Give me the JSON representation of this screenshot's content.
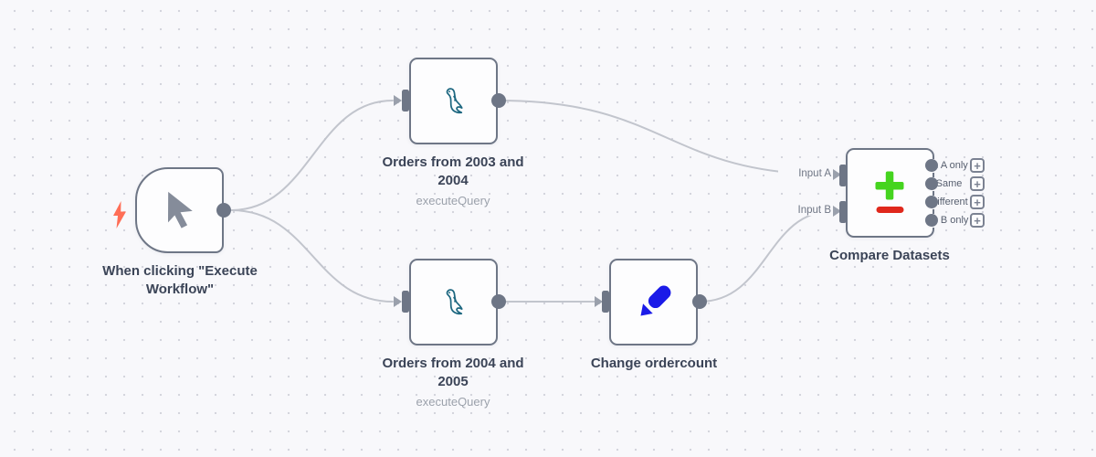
{
  "workflow": {
    "nodes": [
      {
        "name": "When clicking \"Execute Workflow\"",
        "type": "manual-trigger"
      },
      {
        "name": "Orders from 2003 and 2004",
        "subtitle": "executeQuery",
        "type": "mysql"
      },
      {
        "name": "Orders from 2004 and 2005",
        "subtitle": "executeQuery",
        "type": "mysql"
      },
      {
        "name": "Change ordercount",
        "type": "edit-fields"
      },
      {
        "name": "Compare Datasets",
        "type": "compare-datasets",
        "input_labels": [
          "Input A",
          "Input B"
        ],
        "output_labels": [
          "In A only",
          "Same",
          "Different",
          "In B only"
        ],
        "add_output_button": "+"
      }
    ],
    "icons": {
      "trigger": "cursor-icon",
      "trigger_badge": "lightning-trigger-icon",
      "mysql": "mysql-dolphin-icon",
      "edit": "pencil-icon",
      "compare": "plus-minus-icon"
    },
    "colors": {
      "canvas_bg": "#f8f8fb",
      "grid_dot": "#d4d5dd",
      "node_border": "#6e7686",
      "edge": "#c2c5cd",
      "arrow": "#9aa0ac",
      "label_text": "#3b4457",
      "subtitle_text": "#9ba1ab",
      "lightning": "#ff6e56",
      "mysql_teal": "#1d6780",
      "pencil_blue": "#1b1be8",
      "plus_green": "#45d41f",
      "minus_red": "#e0281c"
    }
  }
}
